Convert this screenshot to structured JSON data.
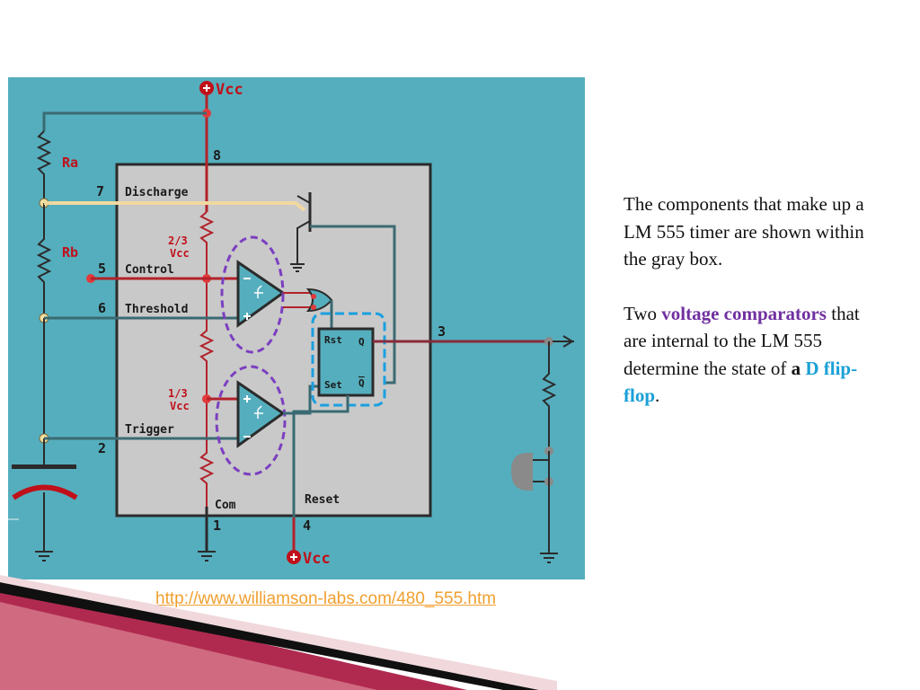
{
  "diagram": {
    "vcc_top": "Vcc",
    "vcc_bottom": "Vcc",
    "resistor_a": "Ra",
    "resistor_b": "Rb",
    "pins": [
      {
        "num": "8"
      },
      {
        "num": "7",
        "label": "Discharge"
      },
      {
        "num": "5",
        "label": "Control"
      },
      {
        "num": "6",
        "label": "Threshold"
      },
      {
        "num": "2",
        "label": "Trigger"
      },
      {
        "num": "3"
      },
      {
        "num": "1",
        "label": "Com"
      },
      {
        "num": "4",
        "label": "Reset"
      }
    ],
    "two_thirds": [
      "2/3",
      "Vcc"
    ],
    "one_third": [
      "1/3",
      "Vcc"
    ],
    "flipflop": {
      "rst": "Rst",
      "set": "Set",
      "q": "Q",
      "qbar": "Q"
    },
    "colors": {
      "background": "#55aebd",
      "chip": "#c9c9c9",
      "red_wire": "#b2222a",
      "highlight_ellipse": "#7b3fc0",
      "highlight_box": "#1aa0e0"
    }
  },
  "text": {
    "p1": "The components that make up a LM 555 timer are shown within the gray box.",
    "p2_before": "Two ",
    "p2_highlight": "voltage comparators",
    "p2_middle": " that are internal to the LM 555 determine the state of ",
    "p2_bold": "a",
    "p2_space": " ",
    "p2_cyan": "D flip-flop",
    "p2_end": "."
  },
  "source_link": "http://www.williamson-labs.com/480_555.htm"
}
